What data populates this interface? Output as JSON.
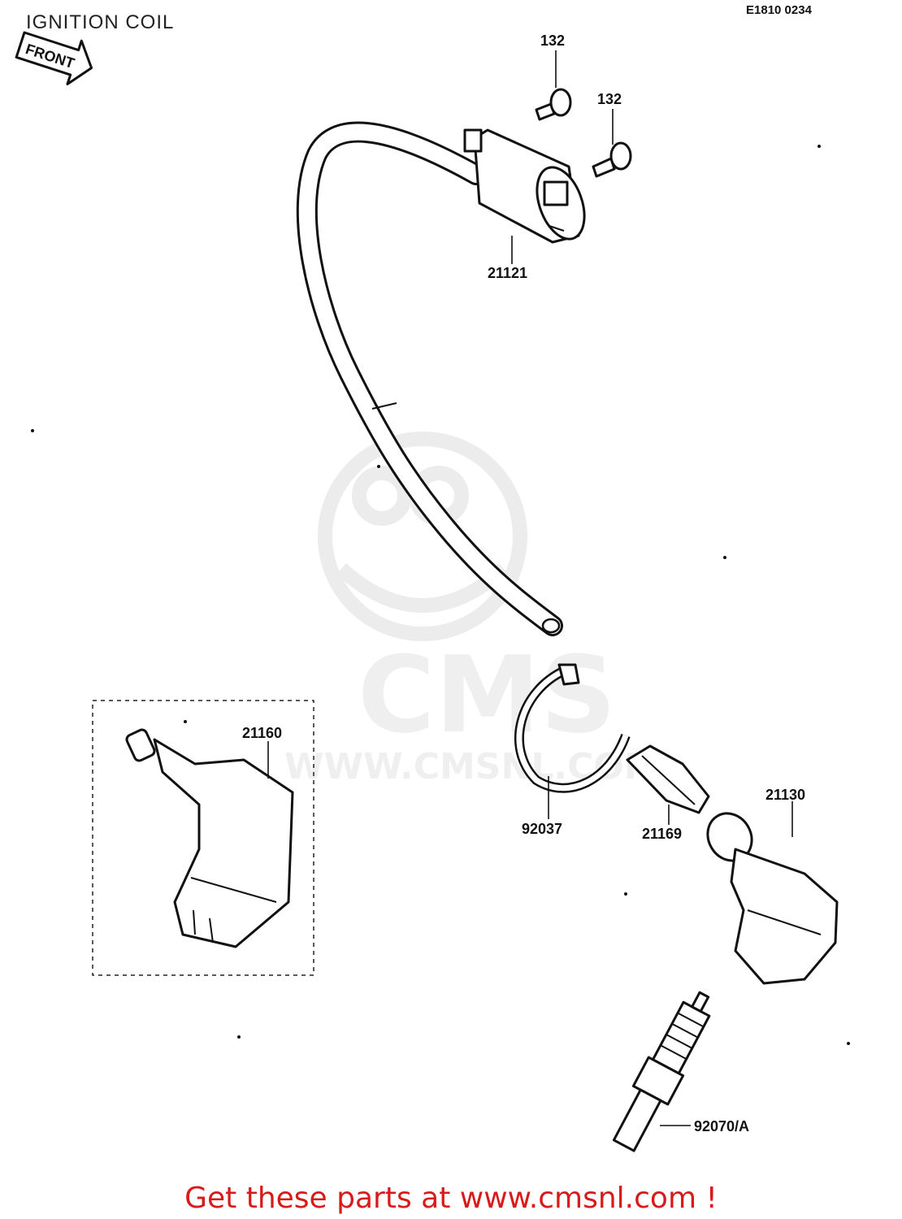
{
  "header": {
    "title": "IGNITION COIL",
    "diagram_code": "E1810 0234"
  },
  "orientation_label": "FRONT",
  "watermark": {
    "brand": "CMS",
    "url": "WWW.CMSNL.COM"
  },
  "callouts": [
    {
      "id": "bolt-1",
      "number": "132"
    },
    {
      "id": "bolt-2",
      "number": "132"
    },
    {
      "id": "coil",
      "number": "21121"
    },
    {
      "id": "cap-alt",
      "number": "21160"
    },
    {
      "id": "band",
      "number": "92037"
    },
    {
      "id": "clip",
      "number": "21169"
    },
    {
      "id": "cap",
      "number": "21130"
    },
    {
      "id": "plug",
      "number": "92070/A"
    }
  ],
  "footer": {
    "link_text": "Get these parts at www.cmsnl.com !"
  },
  "colors": {
    "footer_text": "#d91a1a",
    "line_art": "#111111",
    "watermark": "#ececec"
  }
}
